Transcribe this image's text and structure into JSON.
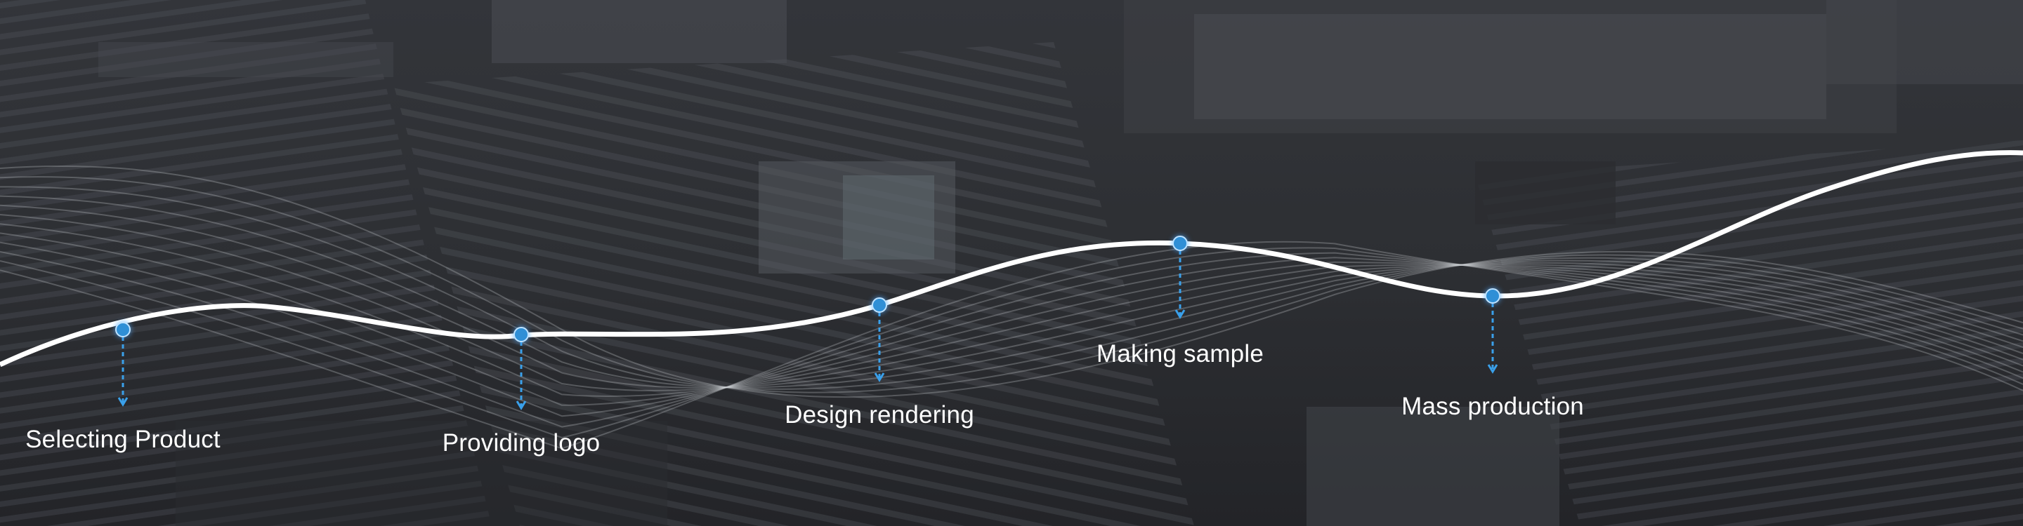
{
  "process": {
    "steps": [
      {
        "label": "Selecting Product"
      },
      {
        "label": "Providing logo"
      },
      {
        "label": "Design rendering"
      },
      {
        "label": "Making sample"
      },
      {
        "label": "Mass production"
      }
    ]
  },
  "colors": {
    "background": "#2a2c30",
    "curve": "#ffffff",
    "marker": "#2f8fd6",
    "connector": "#3aa0ea",
    "label": "#ffffff"
  }
}
